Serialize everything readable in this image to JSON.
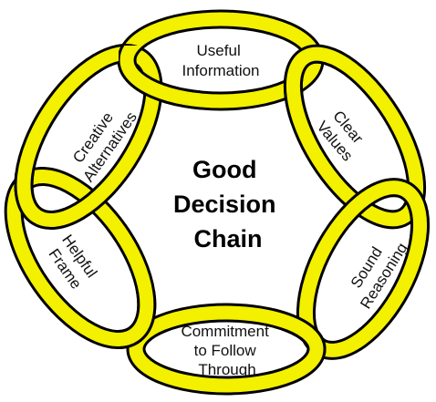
{
  "diagram": {
    "center_title": [
      "Good",
      "Decision",
      "Chain"
    ],
    "links": [
      {
        "id": "useful-information",
        "lines": [
          "Useful",
          "Information"
        ]
      },
      {
        "id": "clear-values",
        "lines": [
          "Clear",
          "Values"
        ]
      },
      {
        "id": "sound-reasoning",
        "lines": [
          "Sound",
          "Reasoning"
        ]
      },
      {
        "id": "commitment-to-follow-through",
        "lines": [
          "Commitment",
          "to Follow",
          "Through"
        ]
      },
      {
        "id": "helpful-frame",
        "lines": [
          "Helpful",
          "Frame"
        ]
      },
      {
        "id": "creative-alternatives",
        "lines": [
          "Creative",
          "Alternatives"
        ]
      }
    ]
  },
  "colors": {
    "link_fill": "#f3f000",
    "link_outline": "#000000",
    "text": "#000000",
    "background": "#ffffff"
  }
}
